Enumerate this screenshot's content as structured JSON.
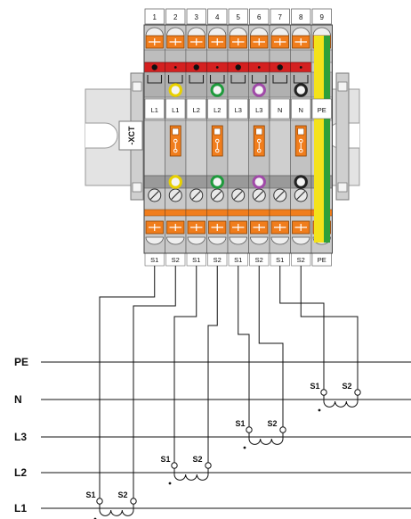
{
  "diagram": {
    "title": "",
    "terminal_numbers": [
      "1",
      "2",
      "3",
      "4",
      "5",
      "6",
      "7",
      "8",
      "9"
    ],
    "upper_labels": [
      "L1",
      "L1",
      "L2",
      "L2",
      "L3",
      "L3",
      "N",
      "N",
      "PE"
    ],
    "lower_labels": [
      "S1",
      "S2",
      "S1",
      "S2",
      "S1",
      "S2",
      "S1",
      "S2",
      "PE"
    ],
    "device_label": "-XCT",
    "bus_lines": [
      "PE",
      "N",
      "L3",
      "L2",
      "L1"
    ],
    "ct_terminal_labels": {
      "s1": "S1",
      "s2": "S2"
    },
    "marker_colors": {
      "L1": "#e8d000",
      "L2": "#1e9a3c",
      "L3": "#a04aa8",
      "N": "#222222"
    },
    "colors": {
      "accent_orange": "#f07d1c",
      "bus_red": "#d42020",
      "pe_yellow": "#f4e21a",
      "pe_green": "#2d9f3a",
      "rail_grey": "#d9d9d9",
      "block_grey": "#c4c4c4"
    }
  }
}
